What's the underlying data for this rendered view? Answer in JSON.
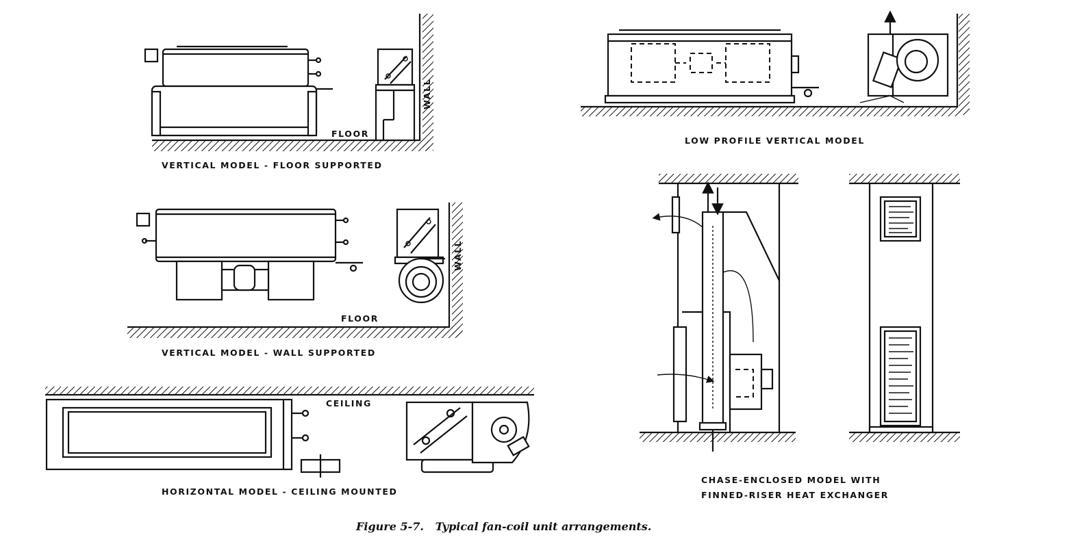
{
  "figure": {
    "caption": "Figure 5-7.   Typical fan-coil unit arrangements."
  },
  "panels": {
    "vertical_floor": {
      "title": "VERTICAL  MODEL  -  FLOOR  SUPPORTED",
      "floor_label": "FLOOR",
      "wall_label": "WALL"
    },
    "vertical_wall": {
      "title": "VERTICAL  MODEL - WALL  SUPPORTED",
      "floor_label": "FLOOR",
      "wall_label": "WALL"
    },
    "horizontal_ceiling": {
      "title": "HORIZONTAL  MODEL - CEILING  MOUNTED",
      "ceiling_label": "CEILING"
    },
    "low_profile": {
      "title": "LOW  PROFILE  VERTICAL  MODEL"
    },
    "chase_enclosed": {
      "title_line1": "CHASE-ENCLOSED  MODEL  WITH",
      "title_line2": "FINNED-RISER  HEAT  EXCHANGER"
    }
  }
}
